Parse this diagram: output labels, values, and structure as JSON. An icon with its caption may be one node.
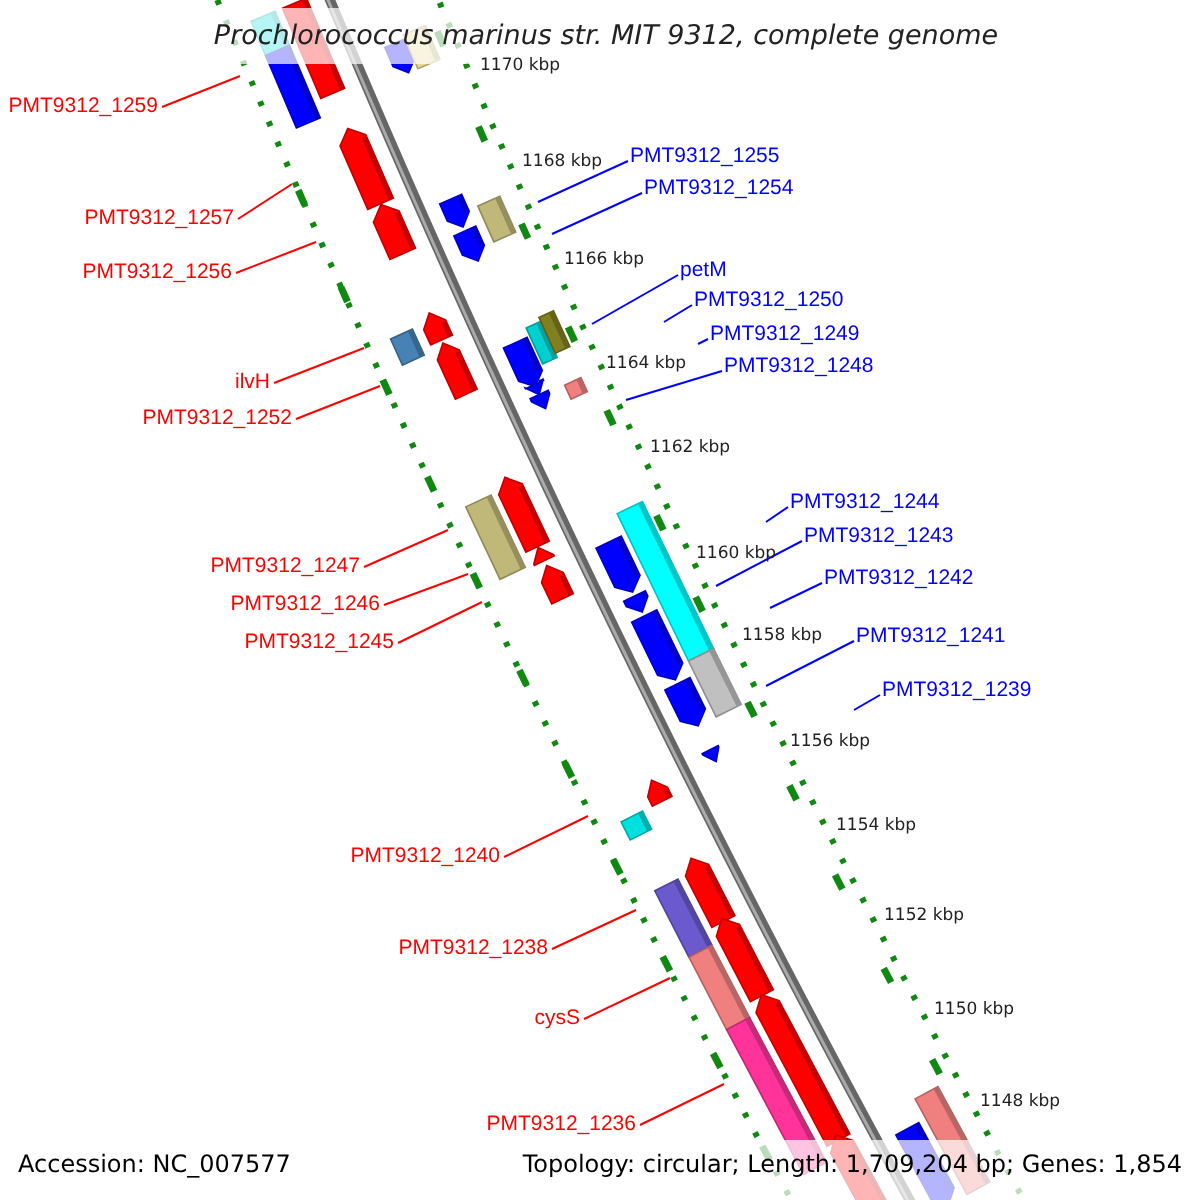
{
  "diagram": {
    "title": "Prochlorococcus marinus str. MIT 9312, complete genome",
    "nodes": [
      {
        "text": [
          "PMT9312_1259"
        ]
      },
      {
        "text": [
          "PMT9312_1255"
        ]
      },
      {
        "text": [
          "PMT9312_1254"
        ]
      },
      {
        "text": [
          "PMT9312_1257"
        ]
      },
      {
        "text": [
          "petM"
        ]
      },
      {
        "text": [
          "PMT9312_1256"
        ]
      },
      {
        "text": [
          "PMT9312_1250"
        ]
      },
      {
        "text": [
          "PMT9312_1249"
        ]
      },
      {
        "text": [
          "PMT9312_1248"
        ]
      },
      {
        "text": [
          "ilvH"
        ]
      },
      {
        "text": [
          "PMT9312_1252"
        ]
      },
      {
        "text": [
          "PMT9312_1244"
        ]
      },
      {
        "text": [
          "PMT9312_1243"
        ]
      },
      {
        "text": [
          "PMT9312_1247"
        ]
      },
      {
        "text": [
          "PMT9312_1242"
        ]
      },
      {
        "text": [
          "PMT9312_1246"
        ]
      },
      {
        "text": [
          "PMT9312_1241"
        ]
      },
      {
        "text": [
          "PMT9312_1245"
        ]
      },
      {
        "text": [
          "PMT9312_1239"
        ]
      },
      {
        "text": [
          "PMT9312_1240"
        ]
      },
      {
        "text": [
          "PMT9312_1238"
        ]
      },
      {
        "text": [
          "cysS"
        ]
      },
      {
        "text": [
          "PMT9312_1236"
        ]
      }
    ],
    "edges": [
      {
        "from": 0,
        "to": null,
        "arrow": "none"
      },
      {
        "from": 1,
        "to": null,
        "arrow": "none",
        "color": "#0000ff"
      },
      {
        "from": 2,
        "to": null,
        "arrow": "none",
        "color": "#0000ff"
      },
      {
        "from": 3,
        "to": null,
        "arrow": "none"
      },
      {
        "from": 4,
        "to": null,
        "arrow": "none",
        "color": "#0000ff"
      },
      {
        "from": 5,
        "to": null,
        "arrow": "none"
      },
      {
        "from": 6,
        "to": null,
        "arrow": "none",
        "color": "#0000ff"
      },
      {
        "from": 7,
        "to": null,
        "arrow": "none",
        "color": "#0000ff"
      },
      {
        "from": 8,
        "to": null,
        "arrow": "none",
        "color": "#0000ff"
      },
      {
        "from": 9,
        "to": null,
        "arrow": "none"
      },
      {
        "from": 10,
        "to": null,
        "arrow": "none"
      },
      {
        "from": 11,
        "to": null,
        "arrow": "none",
        "color": "#0000ff"
      },
      {
        "from": 12,
        "to": null,
        "arrow": "none",
        "color": "#0000ff"
      },
      {
        "from": 13,
        "to": null,
        "arrow": "none"
      },
      {
        "from": 14,
        "to": null,
        "arrow": "none",
        "color": "#0000ff"
      },
      {
        "from": 15,
        "to": null,
        "arrow": "none"
      },
      {
        "from": 16,
        "to": null,
        "arrow": "none",
        "color": "#0000ff"
      },
      {
        "from": 17,
        "to": null,
        "arrow": "none"
      },
      {
        "from": 18,
        "to": null,
        "arrow": "none",
        "color": "#0000ff"
      },
      {
        "from": 19,
        "to": null,
        "arrow": "none"
      },
      {
        "from": 20,
        "to": null,
        "arrow": "none"
      },
      {
        "from": 21,
        "to": null,
        "arrow": "none"
      },
      {
        "from": 22,
        "to": null,
        "arrow": "none"
      }
    ],
    "labels": [
      "1170 kbp",
      "1168 kbp",
      "1166 kbp",
      "1164 kbp",
      "1162 kbp",
      "1160 kbp",
      "1158 kbp",
      "1156 kbp",
      "1154 kbp",
      "1152 kbp",
      "1150 kbp",
      "1148 kbp",
      "Accession: NC_007577",
      "Topology: circular; Length: 1,709,204 bp; Genes: 1,854"
    ]
  }
}
